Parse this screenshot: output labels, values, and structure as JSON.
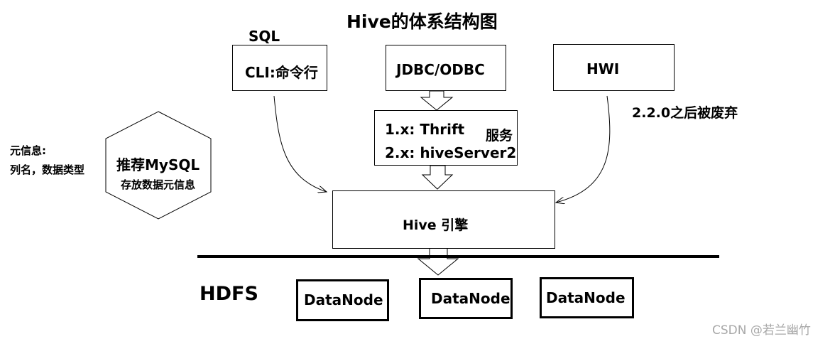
{
  "title": "Hive的体系结构图",
  "clients": {
    "sql_label": "SQL",
    "cli": "CLI:命令行",
    "jdbc": "JDBC/ODBC",
    "hwi": "HWI",
    "hwi_note": "2.2.0之后被废弃"
  },
  "service": {
    "line1": "1.x:  Thrift",
    "line2": "2.x: hiveServer2",
    "label": "服务"
  },
  "metastore": {
    "title": "推荐MySQL",
    "subtitle": "存放数据元信息",
    "note_line1": "元信息:",
    "note_line2": "列名，数据类型"
  },
  "engine": "Hive 引擎",
  "storage": {
    "label": "HDFS",
    "nodes": [
      "DataNode",
      "DataNode",
      "DataNode"
    ]
  },
  "watermark": "CSDN @若兰幽竹"
}
